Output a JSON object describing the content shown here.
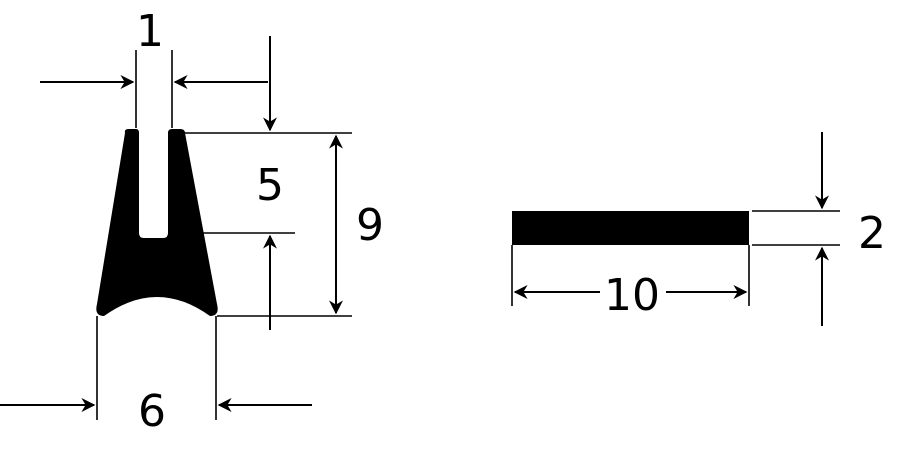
{
  "profile": {
    "dims": {
      "slot_width": "1",
      "slot_depth": "5",
      "height": "9",
      "base_width": "6"
    }
  },
  "strip": {
    "dims": {
      "length": "10",
      "thickness": "2"
    }
  },
  "colors": {
    "ink": "#000000",
    "background": "#ffffff"
  }
}
